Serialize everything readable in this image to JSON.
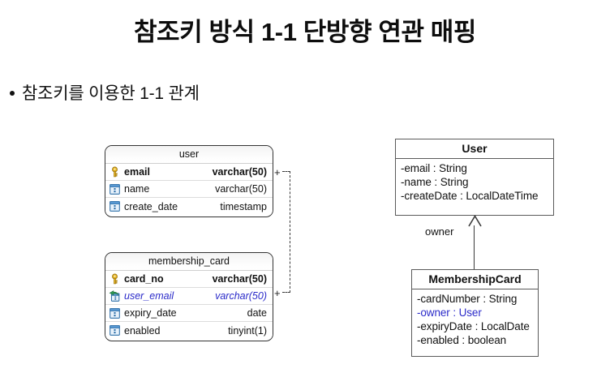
{
  "slide": {
    "title": "참조키 방식 1-1 단방향 연관 매핑",
    "bullet": "참조키를 이용한 1-1 관계"
  },
  "er_diagram": {
    "tables": [
      {
        "name": "user",
        "columns": [
          {
            "icon": "primary-key-icon",
            "name": "email",
            "type": "varchar(50)",
            "kind": "pk"
          },
          {
            "icon": "column-icon",
            "name": "name",
            "type": "varchar(50)",
            "kind": "normal"
          },
          {
            "icon": "column-icon",
            "name": "create_date",
            "type": "timestamp",
            "kind": "normal"
          }
        ]
      },
      {
        "name": "membership_card",
        "columns": [
          {
            "icon": "primary-key-icon",
            "name": "card_no",
            "type": "varchar(50)",
            "kind": "pk"
          },
          {
            "icon": "foreign-key-icon",
            "name": "user_email",
            "type": "varchar(50)",
            "kind": "fk"
          },
          {
            "icon": "column-icon",
            "name": "expiry_date",
            "type": "date",
            "kind": "normal"
          },
          {
            "icon": "column-icon",
            "name": "enabled",
            "type": "tinyint(1)",
            "kind": "normal"
          }
        ]
      }
    ],
    "relation": {
      "start_marker": "+",
      "end_marker": "+",
      "style": "dashed"
    }
  },
  "uml_diagram": {
    "classes": [
      {
        "name": "User",
        "attributes": [
          {
            "text": "-email : String",
            "highlight": false
          },
          {
            "text": "-name : String",
            "highlight": false
          },
          {
            "text": "-createDate : LocalDateTime",
            "highlight": false
          }
        ]
      },
      {
        "name": "MembershipCard",
        "attributes": [
          {
            "text": "-cardNumber : String",
            "highlight": false
          },
          {
            "text": "-owner : User",
            "highlight": true
          },
          {
            "text": "-expiryDate : LocalDate",
            "highlight": false
          },
          {
            "text": "-enabled : boolean",
            "highlight": false
          }
        ]
      }
    ],
    "association": {
      "label": "owner",
      "direction": "MembershipCard-to-User"
    }
  },
  "colors": {
    "primary_key": "#e8b923",
    "column_icon": "#5b9bd5",
    "foreign_key_arrow": "#2e9b53",
    "highlight_text": "#2b2bc9",
    "line": "#3a3a3a"
  }
}
